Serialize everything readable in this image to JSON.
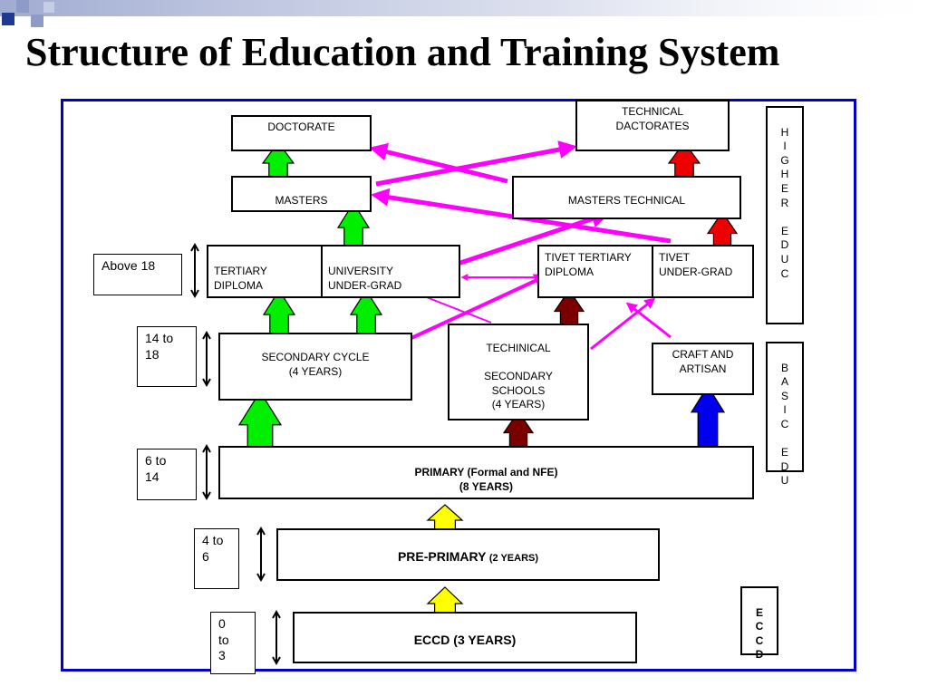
{
  "title": "Structure of Education and Training System",
  "nodes": {
    "doctorate": "DOCTORATE",
    "technical_doctorates": "TECHNICAL\nDACTORATES",
    "masters": "MASTERS",
    "masters_technical": "MASTERS TECHNICAL",
    "tertiary_diploma": "TERTIARY\nDIPLOMA",
    "university_undergrad": "UNIVERSITY\nUNDER-GRAD",
    "tivet_tertiary_diploma": "TIVET TERTIARY\nDIPLOMA",
    "tivet_undergrad": "TIVET\nUNDER-GRAD",
    "secondary_cycle": "SECONDARY CYCLE\n(4 YEARS)",
    "technical_secondary": "TECHINICAL\n\nSECONDARY\nSCHOOLS\n(4 YEARS)",
    "craft_artisan": "CRAFT AND\nARTISAN",
    "primary": "PRIMARY (Formal and NFE)\n(8 YEARS)",
    "pre_primary_main": "PRE-PRIMARY",
    "pre_primary_years": "(2 YEARS)",
    "eccd": "ECCD (3 YEARS)"
  },
  "age_ranges": {
    "above_18": "Above 18",
    "age_14_18": "14 to\n18",
    "age_6_14": "6  to\n14",
    "age_4_6": "4 to\n6",
    "age_0_3": "0\nto\n3"
  },
  "side_labels": {
    "higher_edu": "H\nI\nG\nH\nE\nR\n\nE\nD\nU\nC",
    "basic_edu": "B\nA\nS\nI\nC\n\nE\nD\nU",
    "eccd": "E\nC\nC\nD"
  },
  "colors": {
    "general_path": "#00ee00",
    "technical_path": "#ee0000",
    "technical_secondary_path": "#7a0000",
    "craft_path": "#0000ee",
    "early_path": "#ffff00",
    "transfer_link": "#ff00ff",
    "frame": "#0000cc",
    "title_squares": "#1f3a93"
  }
}
